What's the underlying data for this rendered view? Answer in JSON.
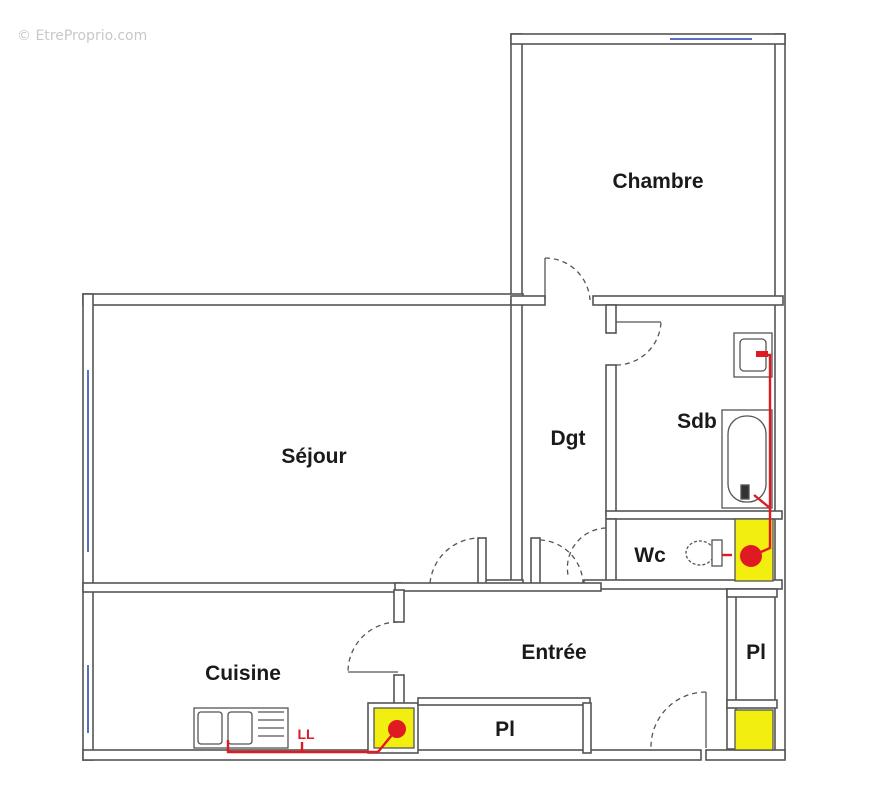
{
  "watermark": "© EtreProprio.com",
  "rooms": {
    "chambre": "Chambre",
    "sejour": "Séjour",
    "dgt": "Dgt",
    "sdb": "Sdb",
    "wc": "Wc",
    "entree": "Entrée",
    "cuisine": "Cuisine",
    "placard_entree": "Pl",
    "placard_right": "Pl"
  },
  "annotations": {
    "ll": "LL"
  },
  "colors": {
    "wall_fill": "#ffffff",
    "wall_stroke": "#555555",
    "window": "#5a6ec8",
    "pipe": "#e01a22",
    "duct": "#f2ee10",
    "door_arc": "#555555"
  }
}
